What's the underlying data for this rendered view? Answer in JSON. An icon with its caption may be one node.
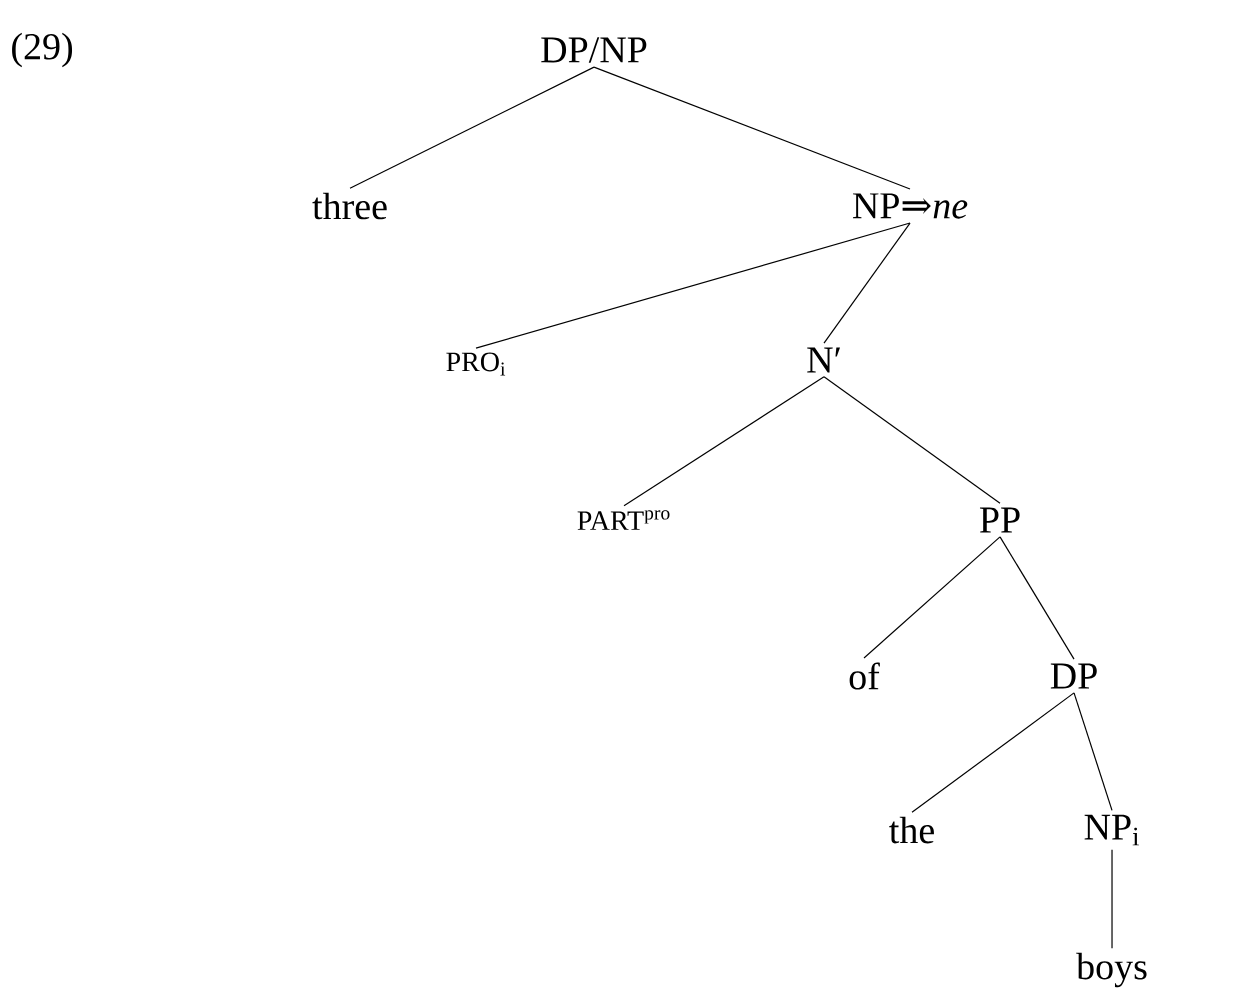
{
  "diagram": {
    "nodes": [
      {
        "text": [
          "DP/NP"
        ]
      },
      {
        "text": [
          "three"
        ]
      },
      {
        "text": [
          "NP⇒*ne*"
        ]
      },
      {
        "text": [
          "PRO$_{i}$"
        ]
      },
      {
        "text": [
          "N′"
        ]
      },
      {
        "text": [
          "PART$^{pro}$"
        ]
      },
      {
        "text": [
          "PP"
        ]
      },
      {
        "text": [
          "of"
        ]
      },
      {
        "text": [
          "DP"
        ]
      },
      {
        "text": [
          "the"
        ]
      },
      {
        "text": [
          "NP$_{i}$"
        ]
      },
      {
        "text": [
          "boys"
        ]
      }
    ],
    "edges": [
      {
        "from": 0,
        "to": 1,
        "arrow": "none"
      },
      {
        "from": 0,
        "to": 2,
        "arrow": "none"
      },
      {
        "from": 2,
        "to": 3,
        "arrow": "none"
      },
      {
        "from": 2,
        "to": 4,
        "arrow": "none"
      },
      {
        "from": 4,
        "to": 5,
        "arrow": "none"
      },
      {
        "from": 4,
        "to": 6,
        "arrow": "none"
      },
      {
        "from": 6,
        "to": 7,
        "arrow": "none"
      },
      {
        "from": 6,
        "to": 8,
        "arrow": "none"
      },
      {
        "from": 8,
        "to": 9,
        "arrow": "none"
      },
      {
        "from": 8,
        "to": 10,
        "arrow": "none"
      },
      {
        "from": 10,
        "to": 11,
        "arrow": "none"
      }
    ],
    "labels": [
      "(29)"
    ]
  }
}
